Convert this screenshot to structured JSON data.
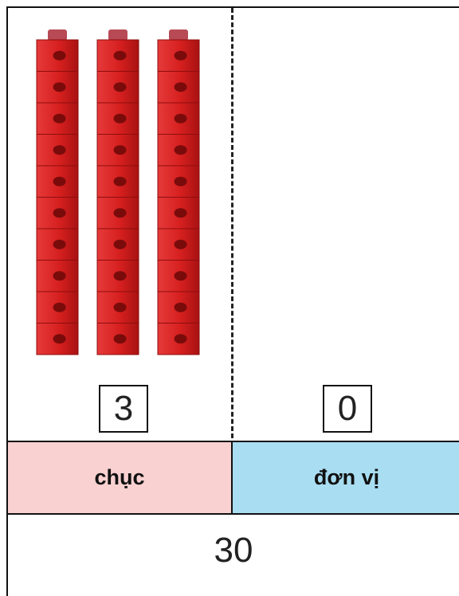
{
  "place_value_chart": {
    "tens_rods": 3,
    "cubes_per_rod": 10,
    "tens_digit": "3",
    "ones_digit": "0",
    "tens_label": "chục",
    "ones_label": "đơn vị",
    "number": "30"
  },
  "colors": {
    "cube": "#d61f1f",
    "tens_header": "#f9d1d1",
    "ones_header": "#a9ddf2"
  }
}
